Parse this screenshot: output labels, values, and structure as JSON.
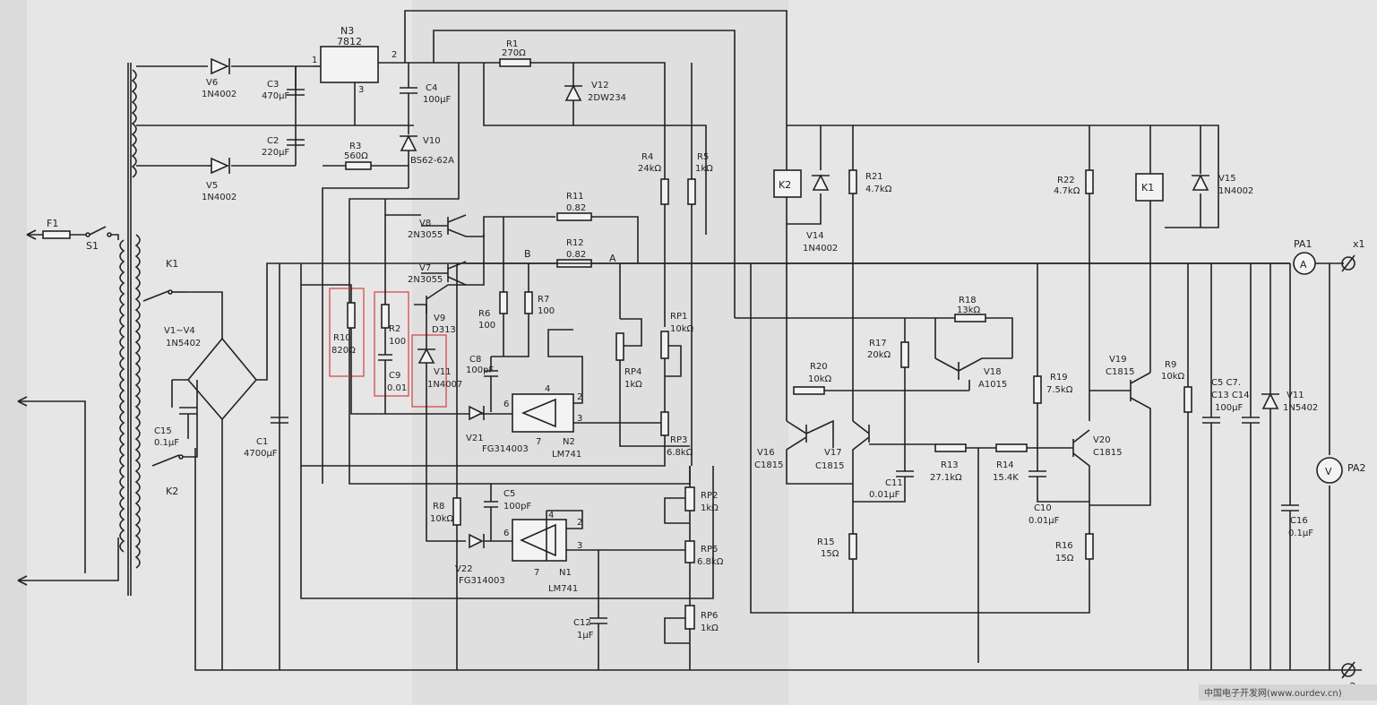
{
  "components": {
    "N3": {
      "ref": "N3",
      "value": "7812",
      "pin1": "1",
      "pin2": "2",
      "pin3": "3"
    },
    "R1": {
      "ref": "R1",
      "value": "270Ω"
    },
    "V12": {
      "ref": "V12",
      "value": "2DW234"
    },
    "V6": {
      "ref": "V6",
      "value": "1N4002"
    },
    "C3": {
      "ref": "C3",
      "value": "470μF"
    },
    "C4": {
      "ref": "C4",
      "value": "100μF"
    },
    "C2": {
      "ref": "C2",
      "value": "220μF"
    },
    "R3": {
      "ref": "R3",
      "value": "560Ω"
    },
    "V10": {
      "ref": "V10",
      "value": "BS62-62A"
    },
    "V5": {
      "ref": "V5",
      "value": "1N4002"
    },
    "R4": {
      "ref": "R4",
      "value": "24kΩ"
    },
    "R5": {
      "ref": "R5",
      "value": "1kΩ"
    },
    "K2r": {
      "ref": "K2"
    },
    "R21": {
      "ref": "R21",
      "value": "4.7kΩ"
    },
    "V14": {
      "ref": "V14",
      "value": "1N4002"
    },
    "R22": {
      "ref": "R22",
      "value": "4.7kΩ"
    },
    "K1r": {
      "ref": "K1"
    },
    "V15": {
      "ref": "V15",
      "value": "1N4002"
    },
    "R11": {
      "ref": "R11",
      "value": "0.82"
    },
    "R12": {
      "ref": "R12",
      "value": "0.82"
    },
    "V8": {
      "ref": "V8",
      "value": "2N3055"
    },
    "V7": {
      "ref": "V7",
      "value": "2N3055"
    },
    "F1": {
      "ref": "F1"
    },
    "S1": {
      "ref": "S1"
    },
    "K1": {
      "ref": "K1"
    },
    "K2": {
      "ref": "K2"
    },
    "V1": {
      "ref": "V1~V4",
      "value": "1N5402"
    },
    "C15": {
      "ref": "C15",
      "value": "0.1μF"
    },
    "C1": {
      "ref": "C1",
      "value": "4700μF"
    },
    "R10": {
      "ref": "R10",
      "value": "820Ω"
    },
    "R2": {
      "ref": "R2",
      "value": "100"
    },
    "C9": {
      "ref": "C9",
      "value": "0.01"
    },
    "V11b": {
      "ref": "V11",
      "value": "1N4007"
    },
    "V9": {
      "ref": "V9",
      "value": "D313"
    },
    "R6": {
      "ref": "R6",
      "value": "100"
    },
    "R7": {
      "ref": "R7",
      "value": "100"
    },
    "C8": {
      "ref": "C8",
      "value": "100pF"
    },
    "RP1": {
      "ref": "RP1",
      "value": "10kΩ"
    },
    "RP4": {
      "ref": "RP4",
      "value": "1kΩ"
    },
    "RP3": {
      "ref": "RP3",
      "value": "6.8kΩ"
    },
    "N2": {
      "ref": "N2",
      "value": "LM741"
    },
    "V21": {
      "ref": "V21",
      "value": "FG314003"
    },
    "R8": {
      "ref": "R8",
      "value": "10kΩ"
    },
    "C5": {
      "ref": "C5",
      "value": "100pF"
    },
    "N1": {
      "ref": "N1",
      "value": "LM741"
    },
    "V22": {
      "ref": "V22",
      "value": "FG314003"
    },
    "RP2": {
      "ref": "RP2",
      "value": "1kΩ"
    },
    "RP5": {
      "ref": "RP5",
      "value": "6.8kΩ"
    },
    "RP6": {
      "ref": "RP6",
      "value": "1kΩ"
    },
    "C12": {
      "ref": "C12",
      "value": "1μF"
    },
    "R18": {
      "ref": "R18",
      "value": "13kΩ"
    },
    "R17": {
      "ref": "R17",
      "value": "20kΩ"
    },
    "V18": {
      "ref": "V18",
      "value": "A1015"
    },
    "R20": {
      "ref": "R20",
      "value": "10kΩ"
    },
    "R19": {
      "ref": "R19",
      "value": "7.5kΩ"
    },
    "V16": {
      "ref": "V16",
      "value": "C1815"
    },
    "V17": {
      "ref": "V17",
      "value": "C1815"
    },
    "C11": {
      "ref": "C11",
      "value": "0.01μF"
    },
    "R13": {
      "ref": "R13",
      "value": "27.1kΩ"
    },
    "R14": {
      "ref": "R14",
      "value": "15.4K"
    },
    "C10": {
      "ref": "C10",
      "value": "0.01μF"
    },
    "V20": {
      "ref": "V20",
      "value": "C1815"
    },
    "R15": {
      "ref": "R15",
      "value": "15Ω"
    },
    "R16": {
      "ref": "R16",
      "value": "15Ω"
    },
    "V19": {
      "ref": "V19",
      "value": "C1815"
    },
    "R9": {
      "ref": "R9",
      "value": "10kΩ"
    },
    "C13": {
      "ref": "C13 C14",
      "value": "100μF",
      "extra": "C5 C7."
    },
    "V11": {
      "ref": "V11",
      "value": "1N5402"
    },
    "C16": {
      "ref": "C16",
      "value": "0.1μF"
    },
    "PA1": {
      "ref": "PA1",
      "symbol": "A"
    },
    "PA2": {
      "ref": "PA2",
      "symbol": "V"
    }
  },
  "nodes": {
    "A": "A",
    "B": "B"
  },
  "opamp_pins": {
    "p2": "2",
    "p3": "3",
    "p4": "4",
    "p6": "6",
    "p7": "7"
  },
  "terminals": {
    "x1": "x1",
    "x2": "x2"
  },
  "watermark": "中国电子开发网(www.ourdev.cn)"
}
